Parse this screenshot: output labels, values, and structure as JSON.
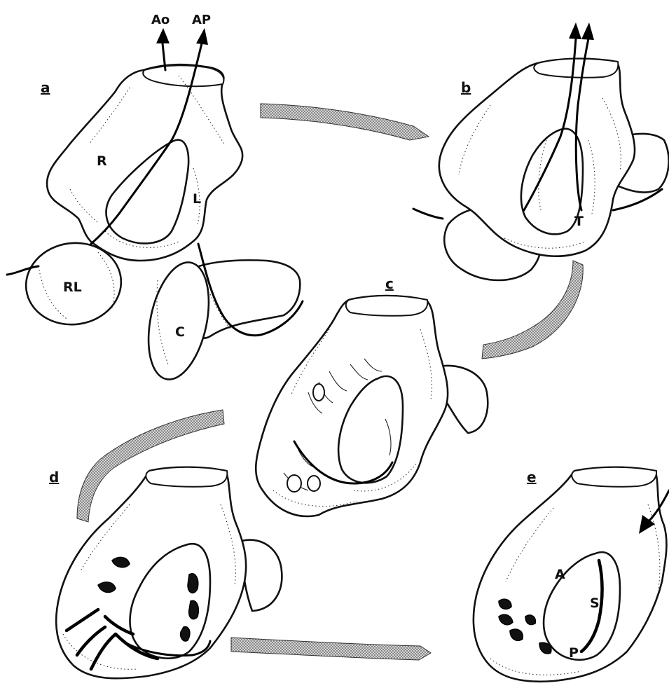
{
  "panels": {
    "a": {
      "label": "a",
      "vessel_labels": [
        "Ao",
        "AP"
      ],
      "part_labels": [
        "R",
        "L",
        "RL",
        "C"
      ]
    },
    "b": {
      "label": "b",
      "part_labels": [
        "T"
      ]
    },
    "c": {
      "label": "c"
    },
    "d": {
      "label": "d"
    },
    "e": {
      "label": "e",
      "part_labels": [
        "A",
        "S",
        "P"
      ]
    }
  },
  "colors": {
    "ink": "#111111",
    "paper": "#ffffff",
    "arrow_fill": "#b0b0b0"
  }
}
